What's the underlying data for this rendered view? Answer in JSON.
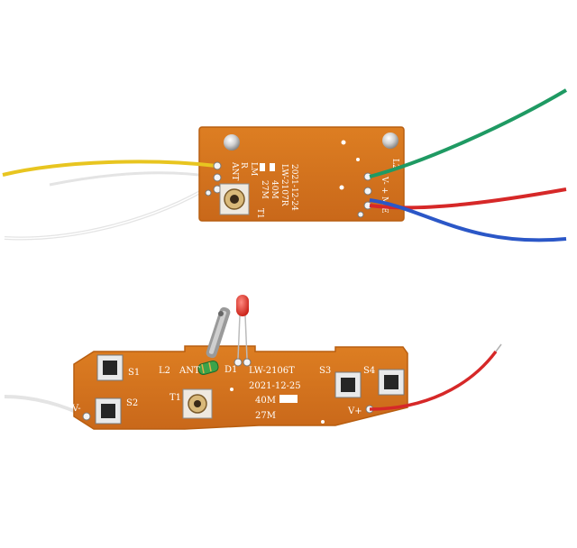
{
  "receiver_board": {
    "model": "LW-2107R",
    "date": "2021-12-24",
    "freq_27": "27M",
    "freq_40": "40M",
    "label_ant": "ANT",
    "label_lm": "LM",
    "label_r": "R",
    "label_t1": "T1",
    "label_l2": "L2",
    "label_pins": "V- + M E"
  },
  "transmitter_board": {
    "model": "LW-2106T",
    "date": "2021-12-25",
    "freq_40": "40M",
    "freq_27": "27M",
    "label_s1": "S1",
    "label_s2": "S2",
    "label_s3": "S3",
    "label_s4": "S4",
    "label_l2": "L2",
    "label_ant": "ANT",
    "label_d1": "D1",
    "label_t1": "T1",
    "label_vminus": "V-",
    "label_vplus": "V+"
  },
  "colors": {
    "pcb": "#d4731a",
    "pcb_edge": "#b85e10",
    "wire_yellow": "#e8c520",
    "wire_white": "#f2f2f2",
    "wire_green": "#1f9a63",
    "wire_red": "#d62828",
    "wire_blue": "#2b57c7"
  }
}
